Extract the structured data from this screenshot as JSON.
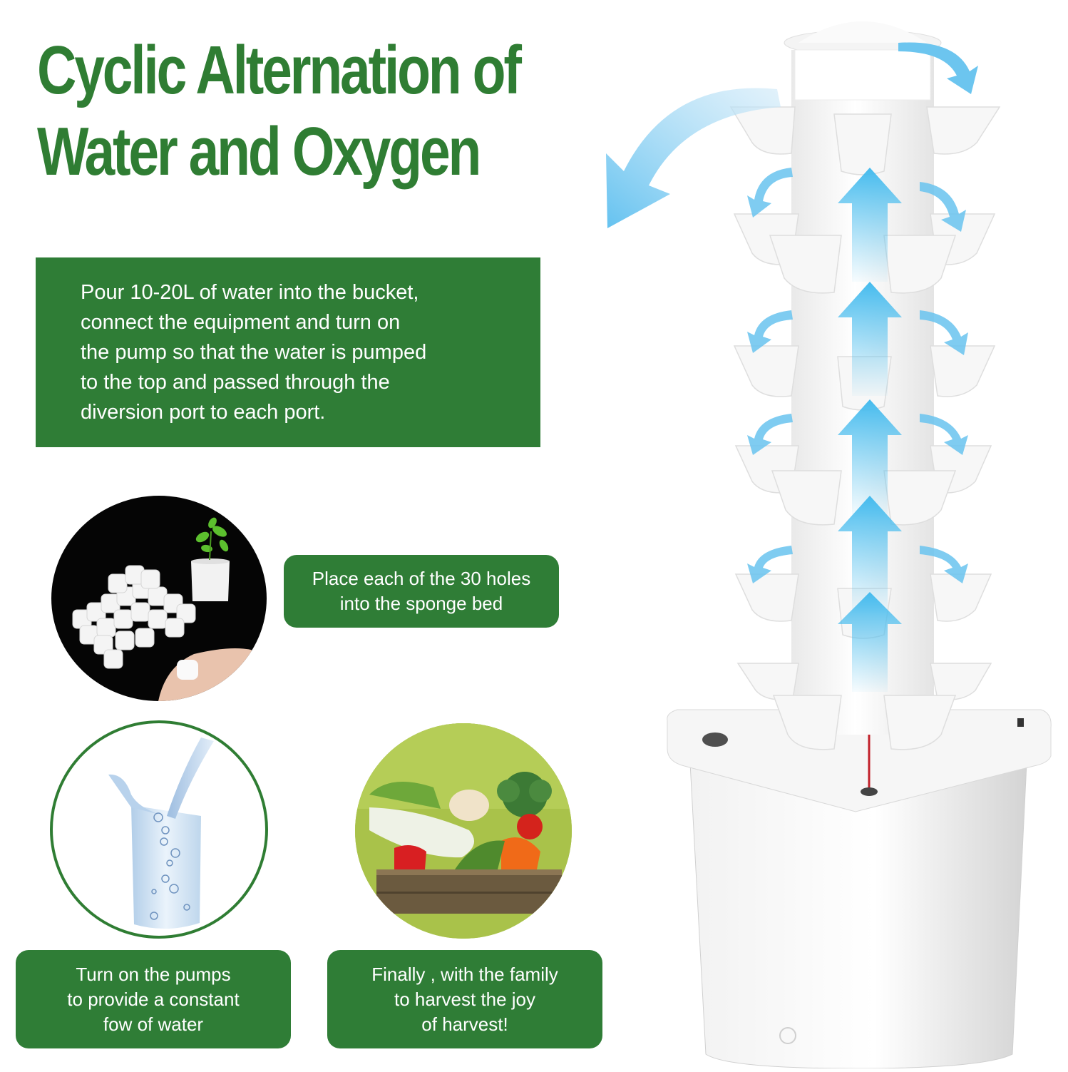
{
  "title": {
    "line1": "Cyclic Alternation of",
    "line2": "Water and Oxygen",
    "color": "#2f7d33"
  },
  "main_instruction": {
    "lines": [
      "Pour 10-20L of water into the bucket,",
      "connect the equipment and turn on",
      "the pump so that the water is pumped",
      "to the top and passed through the",
      "diversion port to each port."
    ],
    "background": "#2f7d36"
  },
  "steps": [
    {
      "image": "sponge-plugs-photo",
      "lines": [
        "Place each of the 30 holes",
        "into the sponge bed"
      ]
    },
    {
      "image": "water-glass-illustration",
      "lines": [
        "Turn on the pumps",
        "to provide a constant",
        "fow of water"
      ]
    },
    {
      "image": "vegetable-crate-photo",
      "lines": [
        "Finally , with the family",
        "to harvest the joy",
        "of harvest!"
      ]
    }
  ],
  "product": {
    "image": "hydroponic-tower-with-flow-arrows",
    "arrow_color": "#5bc3ef"
  }
}
